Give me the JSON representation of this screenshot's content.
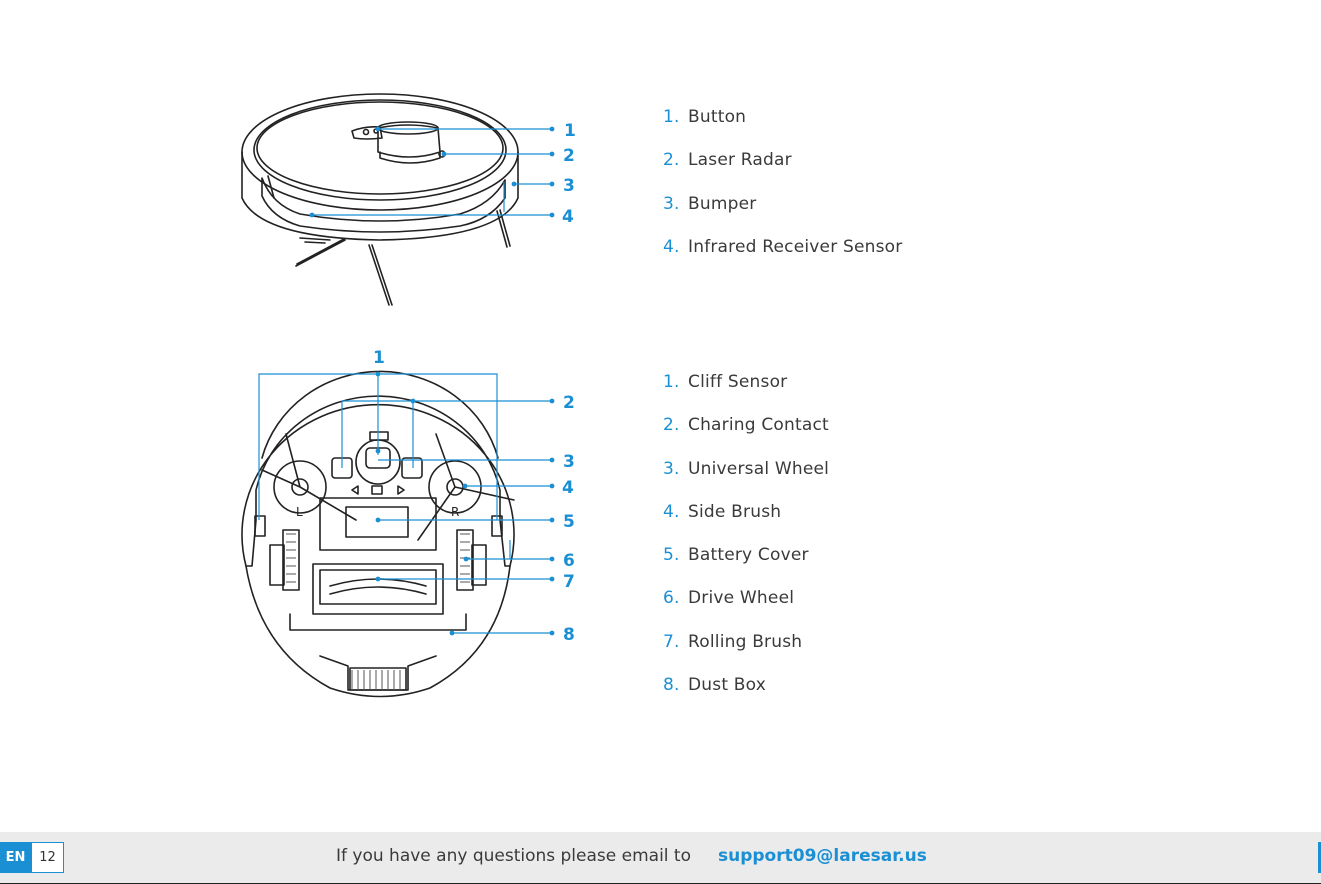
{
  "top_diagram": {
    "callouts": [
      "1",
      "2",
      "3",
      "4"
    ]
  },
  "top_parts": [
    {
      "num": "1.",
      "label": "Button"
    },
    {
      "num": "2.",
      "label": "Laser Radar"
    },
    {
      "num": "3.",
      "label": "Bumper"
    },
    {
      "num": "4.",
      "label": "Infrared Receiver Sensor"
    }
  ],
  "bottom_diagram": {
    "callouts": [
      "1",
      "2",
      "3",
      "4",
      "5",
      "6",
      "7",
      "8"
    ],
    "wheel_left_letter": "L",
    "wheel_right_letter": "R"
  },
  "bottom_parts": [
    {
      "num": "1.",
      "label": "Cliff Sensor"
    },
    {
      "num": "2.",
      "label": "Charing Contact"
    },
    {
      "num": "3.",
      "label": "Universal Wheel"
    },
    {
      "num": "4.",
      "label": "Side Brush"
    },
    {
      "num": "5.",
      "label": "Battery Cover"
    },
    {
      "num": "6.",
      "label": "Drive Wheel"
    },
    {
      "num": "7.",
      "label": "Rolling Brush"
    },
    {
      "num": "8.",
      "label": "Dust Box"
    }
  ],
  "footer": {
    "lang": "EN",
    "page": "12",
    "text": "If you have any questions please email to",
    "email": "support09@laresar.us"
  },
  "colors": {
    "accent": "#1b8fd3",
    "text": "#3a3a3a",
    "footer_bg": "#ebebeb"
  }
}
